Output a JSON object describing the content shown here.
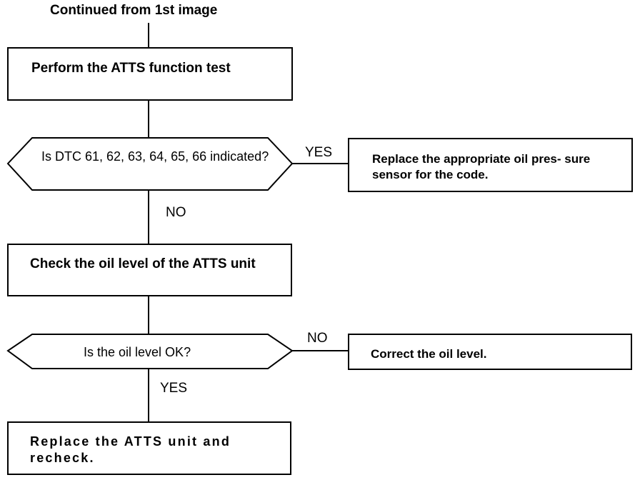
{
  "header": {
    "title": "Continued from 1st image"
  },
  "steps": {
    "perform_test": "Perform the ATTS function test",
    "dtc_question": "Is DTC 61, 62, 63, 64, 65, 66 indicated?",
    "replace_sensor": "Replace the appropriate oil pres- sure sensor for the code.",
    "check_oil": "Check the oil level of the ATTS unit",
    "oil_question": "Is the oil level OK?",
    "correct_oil": "Correct the oil level.",
    "replace_unit": "Replace the ATTS unit and recheck."
  },
  "branches": {
    "yes_1": "YES",
    "no_1": "NO",
    "no_2": "NO",
    "yes_2": "YES"
  }
}
